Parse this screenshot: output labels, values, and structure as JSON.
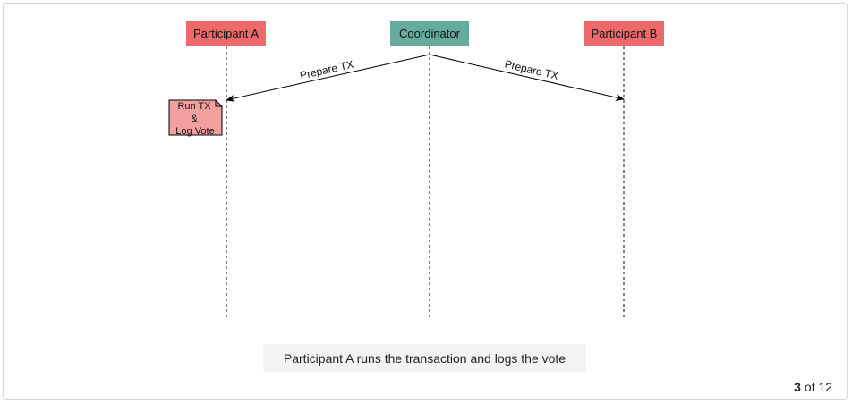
{
  "diagram": {
    "participants": [
      {
        "id": "a",
        "label": "Participant A",
        "color": "#ee6a6a"
      },
      {
        "id": "c",
        "label": "Coordinator",
        "color": "#67ab9f"
      },
      {
        "id": "b",
        "label": "Participant B",
        "color": "#ee6a6a"
      }
    ],
    "messages": [
      {
        "from": "Coordinator",
        "to": "Participant A",
        "label": "Prepare TX"
      },
      {
        "from": "Coordinator",
        "to": "Participant B",
        "label": "Prepare TX"
      }
    ],
    "note": {
      "lines": [
        "Run TX",
        "&",
        "Log Vote"
      ],
      "color": "#f4a0a0"
    }
  },
  "caption": "Participant A runs the transaction and logs the vote",
  "pager": {
    "current": "3",
    "separator": "of",
    "total": "12"
  }
}
